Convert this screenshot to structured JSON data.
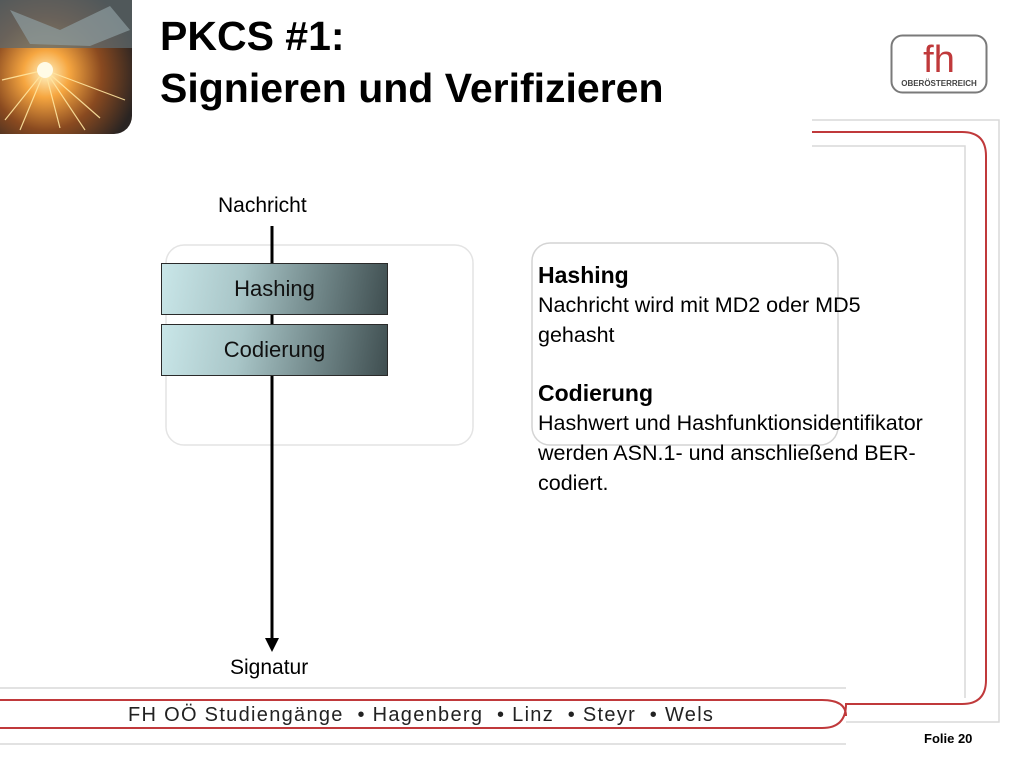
{
  "title": {
    "line1": "PKCS #1:",
    "line2": "Signieren und Verifizieren"
  },
  "logo": {
    "mark": "fh",
    "subtitle": "OBERÖSTERREICH"
  },
  "diagram": {
    "top_label": "Nachricht",
    "steps": [
      "Hashing",
      "Codierung"
    ],
    "bottom_label": "Signatur"
  },
  "explanation": [
    {
      "heading": "Hashing",
      "text": "Nachricht wird mit MD2 oder MD5 gehasht"
    },
    {
      "heading": "Codierung",
      "text": "Hashwert und Hashfunktionsidentifikator werden ASN.1- und anschließend BER-codiert."
    }
  ],
  "footer": {
    "text": "FH OÖ Studiengänge  • Hagenberg  • Linz  • Steyr  • Wels",
    "slide_number": "Folie 20"
  },
  "colors": {
    "accent_red": "#c0393b",
    "frame_gray": "#d9d9d9"
  }
}
